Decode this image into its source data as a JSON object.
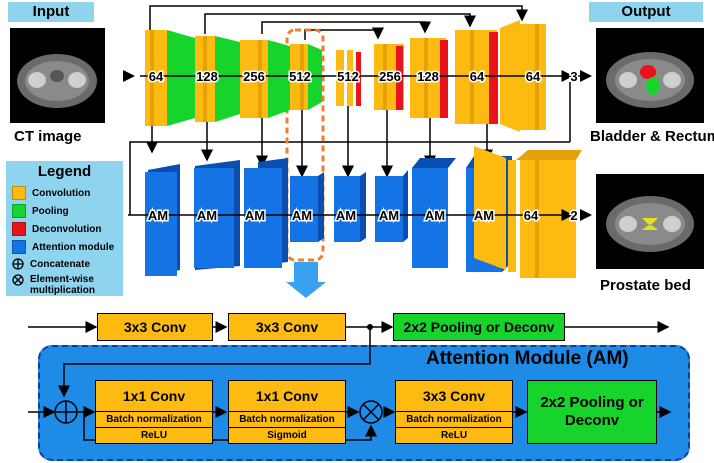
{
  "io": {
    "input_label": "Input",
    "output_label": "Output"
  },
  "captions": {
    "ct": "CT image",
    "bladder": "Bladder & Rectum",
    "prostate": "Prostate bed"
  },
  "legend": {
    "title": "Legend",
    "items": [
      {
        "label": "Convolution",
        "color": "#fdbb12"
      },
      {
        "label": "Pooling",
        "color": "#16d42c"
      },
      {
        "label": "Deconvolution",
        "color": "#e8131b"
      },
      {
        "label": "Attention module",
        "color": "#1474e6"
      }
    ],
    "concat": "Concatenate",
    "mult": "Element-wise multiplication"
  },
  "colors": {
    "conv": "#fdbb12",
    "pool": "#16d42c",
    "deconv": "#e8131b",
    "am": "#1474e6",
    "am_region": "#1e8be6",
    "input_bg": "#8fd4ee",
    "highlight": "#f07d2c"
  },
  "network": {
    "top_labels": [
      "64",
      "128",
      "256",
      "512",
      "512",
      "256",
      "128",
      "64",
      "64",
      "3"
    ],
    "am_label": "AM",
    "bottom_labels": [
      "64",
      "2"
    ]
  },
  "detail": {
    "conv_a": "3x3 Conv",
    "conv_b": "3x3 Conv",
    "pool_top": "2x2 Pooling or Deconv",
    "am_title": "Attention Module (AM)",
    "blocks": [
      {
        "title": "1x1 Conv",
        "sub1": "Batch normalization",
        "sub2": "ReLU"
      },
      {
        "title": "1x1 Conv",
        "sub1": "Batch normalization",
        "sub2": "Sigmoid"
      },
      {
        "title": "3x3 Conv",
        "sub1": "Batch normalization",
        "sub2": "ReLU"
      }
    ],
    "pool_bottom": "2x2 Pooling or Deconv"
  }
}
